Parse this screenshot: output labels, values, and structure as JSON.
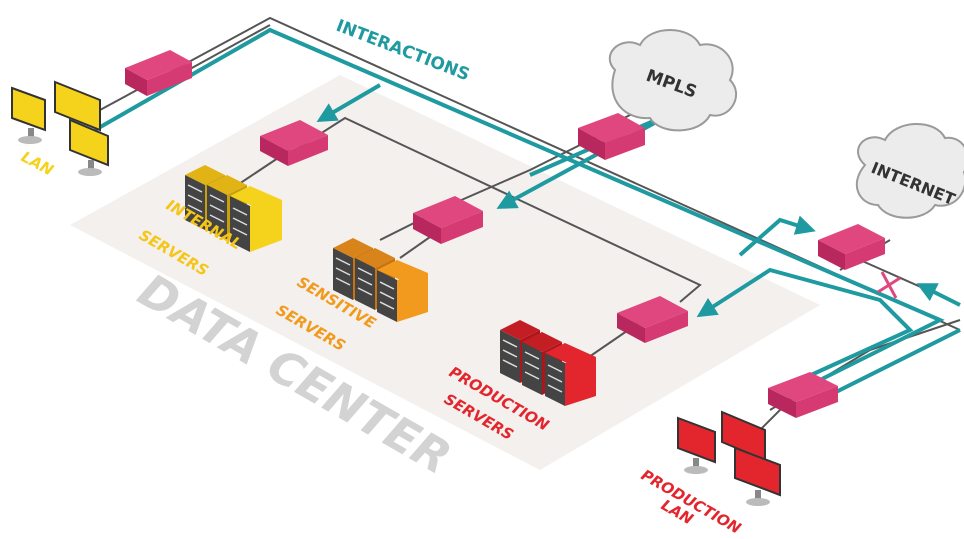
{
  "labels": {
    "interactions": "INTERACTIONS",
    "mpls": "MPLS",
    "internet": "INTERNET",
    "lan": "LAN",
    "internal_servers_1": "INTERNAL",
    "internal_servers_2": "SERVERS",
    "sensitive_servers_1": "SENSITIVE",
    "sensitive_servers_2": "SERVERS",
    "production_servers_1": "PRODUCTION",
    "production_servers_2": "SERVERS",
    "production_lan_1": "PRODUCTION",
    "production_lan_2": "LAN",
    "data_center": "DATA CENTER"
  },
  "colors": {
    "teal": "#1e9aa0",
    "firewall": "#e0477f",
    "firewall_dark": "#b8285e",
    "yellow": "#f5d21c",
    "orange": "#f29a1e",
    "red": "#e3262e",
    "platform": "#f3f0ee",
    "gray_line": "#555555",
    "data_center_text": "#d3d3d3"
  }
}
